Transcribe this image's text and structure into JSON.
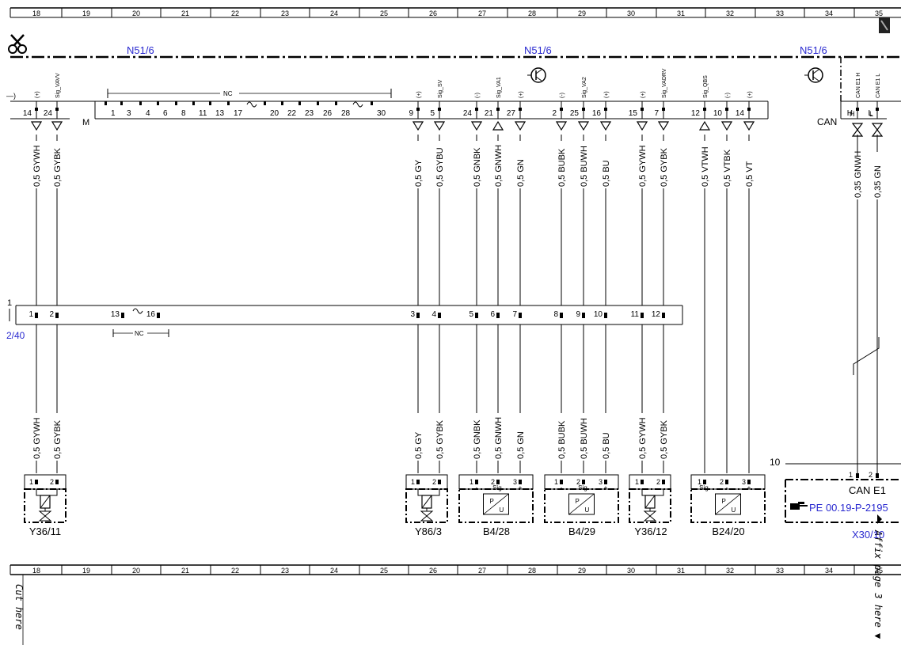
{
  "ruler": {
    "columns": [
      "18",
      "19",
      "20",
      "21",
      "22",
      "23",
      "24",
      "25",
      "26",
      "27",
      "28",
      "29",
      "30",
      "31",
      "32",
      "33",
      "34",
      "35"
    ]
  },
  "module": {
    "labels": [
      "N51/6",
      "N51/6",
      "N51/6"
    ],
    "left_truncated": "—)",
    "ground_label": "M",
    "can_label": "CAN",
    "nc_label": "NC",
    "signals": [
      {
        "pin": "14",
        "sig": "(+)"
      },
      {
        "pin": "24",
        "sig": "Sig_VAVV"
      },
      {
        "pin": "9",
        "sig": "(+)"
      },
      {
        "pin": "5",
        "sig": "Sig_SV"
      },
      {
        "pin": "24",
        "sig": "(-)"
      },
      {
        "pin": "21",
        "sig": "Sig_VA1"
      },
      {
        "pin": "27",
        "sig": "(+)"
      },
      {
        "pin": "2",
        "sig": "(-)"
      },
      {
        "pin": "25",
        "sig": "Sig_VA2"
      },
      {
        "pin": "16",
        "sig": "(+)"
      },
      {
        "pin": "15",
        "sig": "(+)"
      },
      {
        "pin": "7",
        "sig": "Sig_VADRV"
      },
      {
        "pin": "12",
        "sig": "Sig_QBS"
      },
      {
        "pin": "10",
        "sig": "(-)"
      },
      {
        "pin": "14",
        "sig": "(+)"
      },
      {
        "pin": "H",
        "sig": "CAN E1 H"
      },
      {
        "pin": "L",
        "sig": "CAN E1 L"
      }
    ],
    "nc_pins": [
      "1",
      "3",
      "4",
      "6",
      "8",
      "11",
      "13",
      "17",
      "20",
      "22",
      "23",
      "26",
      "28",
      "30"
    ]
  },
  "wires_upper": [
    "0,5 GYWH",
    "0,5 GYBK",
    "0,5 GY",
    "0,5 GYBU",
    "0,5 GNBK",
    "0,5 GNWH",
    "0,5 GN",
    "0,5 BUBK",
    "0,5 BUWH",
    "0,5 BU",
    "0,5 GYWH",
    "0,5 GYBK",
    "0,5 VTWH",
    "0,5 VTBK",
    "0,5 VT",
    "0,35 GNWH",
    "0,35 GN"
  ],
  "wires_lower": [
    "0,5 GYWH",
    "0,5 GYBK",
    "0,5 GY",
    "0,5 GYBK",
    "0,5 GNBK",
    "0,5 GNWH",
    "0,5 GN",
    "0,5 BUBK",
    "0,5 BUWH",
    "0,5 BU",
    "0,5 GYWH",
    "0,5 GYBK"
  ],
  "connector": {
    "label": "1",
    "ref": "2/40",
    "nc_label": "NC",
    "pins": [
      "1",
      "2",
      "13",
      "16",
      "3",
      "4",
      "5",
      "6",
      "7",
      "8",
      "9",
      "10",
      "11",
      "12"
    ]
  },
  "components": [
    {
      "name": "Y36/11",
      "pins": [
        "1",
        "2"
      ]
    },
    {
      "name": "Y86/3",
      "pins": [
        "1",
        "2"
      ]
    },
    {
      "name": "B4/28",
      "pins": [
        "1",
        "2",
        "3"
      ],
      "marks": [
        "-",
        "Sig.",
        "+"
      ]
    },
    {
      "name": "B4/29",
      "pins": [
        "1",
        "2",
        "3"
      ],
      "marks": [
        "-",
        "Sig.",
        "+"
      ]
    },
    {
      "name": "Y36/12",
      "pins": [
        "1",
        "2"
      ]
    },
    {
      "name": "B24/20",
      "pins": [
        "1",
        "2",
        "3"
      ],
      "marks": [
        "Sig.",
        "-",
        "+"
      ]
    }
  ],
  "pu_label": {
    "p": "P",
    "u": "U"
  },
  "x30": {
    "num": "10",
    "title": "CAN E1",
    "pins": [
      "1",
      "2"
    ],
    "ref_icon": "pointing-hand-icon",
    "ref_text": "PE 00.19-P-2195",
    "name": "X30/10"
  },
  "margin_text": {
    "cut": "Cut here",
    "affix": "Affix page 3 here ▼"
  },
  "colors": {
    "line": "#000000",
    "label_blue": "#2a2ad0",
    "background": "#ffffff"
  }
}
